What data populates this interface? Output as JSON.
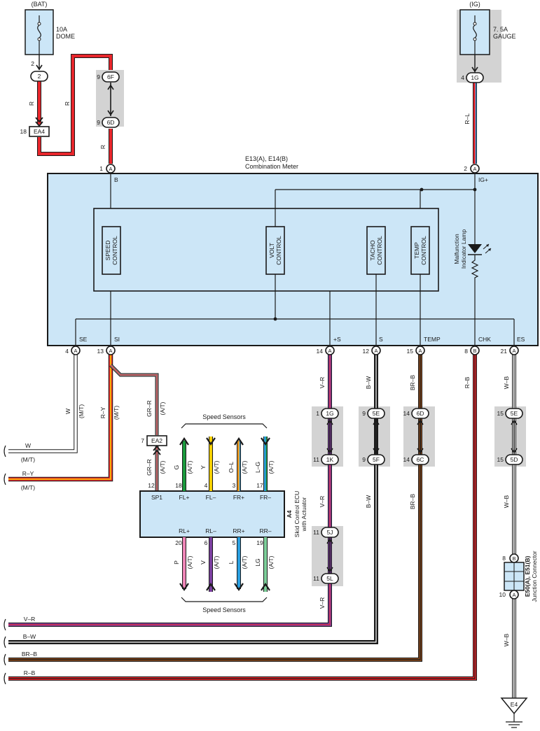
{
  "sources": {
    "bat_label": "(BAT)",
    "bat_fuse_amp": "10A",
    "bat_fuse_name": "DOME",
    "ig_label": "(IG)",
    "ig_fuse_amp": "7. 5A",
    "ig_fuse_name": "GAUGE"
  },
  "connectors": {
    "c2": "2",
    "c2_pin": "2",
    "ea4": "EA4",
    "ea4_pin": "18",
    "c6f": "6F",
    "c6f_pin": "9",
    "c6d": "6D",
    "c6d_pin": "9",
    "c1g_top": "1G",
    "c1g_top_pin": "4",
    "ea2": "EA2",
    "ea2_pin": "7",
    "c1g": "1G",
    "c1g_pin": "1",
    "c1k": "1K",
    "c1k_pin": "11",
    "c5e": "5E",
    "c5e_pin": "9",
    "c5f": "5F",
    "c5f_pin": "9",
    "c6d2": "6D",
    "c6d2_pin": "14",
    "c6c": "6C",
    "c6c_pin": "14",
    "c5e2": "5E",
    "c5e2_pin": "15",
    "c5d": "5D",
    "c5d_pin": "15",
    "c5j": "5J",
    "c5j_pin": "11",
    "c5l": "5L",
    "c5l_pin": "11",
    "jc_b": "B",
    "jc_b_pin": "8",
    "jc_a": "A",
    "jc_a_pin": "10"
  },
  "meter": {
    "title": "E13(A), E14(B)",
    "subtitle": "Combination Meter",
    "b_label": "B",
    "ig_label": "IG+",
    "speed_control": [
      "SPEED",
      "CONTROL"
    ],
    "volt_control": [
      "VOLT",
      "CONTROL"
    ],
    "tacho_control": [
      "TACHO",
      "CONTROL"
    ],
    "temp_control": [
      "TEMP",
      "CONTROL"
    ],
    "mil_lines": [
      "Malfunction",
      "Indicator Lamp"
    ],
    "pin1": "1",
    "pin1_conn": "A",
    "pin2": "2",
    "pin2_conn": "A",
    "terminals": [
      {
        "name": "SE",
        "pin": "4",
        "conn": "A"
      },
      {
        "name": "SI",
        "pin": "13",
        "conn": "A"
      },
      {
        "name": "+S",
        "pin": "14",
        "conn": "A"
      },
      {
        "name": "S",
        "pin": "12",
        "conn": "A"
      },
      {
        "name": "TEMP",
        "pin": "15",
        "conn": "A"
      },
      {
        "name": "CHK",
        "pin": "8",
        "conn": "B"
      },
      {
        "name": "ES",
        "pin": "21",
        "conn": "A"
      }
    ]
  },
  "wires": {
    "r1": "R",
    "r2": "R",
    "r3": "R",
    "rl": "R–L",
    "w": "W",
    "w_mt": "(M/T)",
    "ry": "R–Y",
    "ry_mt": "(M/T)",
    "grr": "GR–R",
    "grr_at": "(A/T)",
    "grr2": "GR–R",
    "grr2_at": "(A/T)",
    "vr1": "V–R",
    "vr2": "V–R",
    "vr3": "V–R",
    "bw1": "B–W",
    "bw2": "B–W",
    "brb1": "BR–B",
    "brb2": "BR–B",
    "rb": "R–B",
    "wb1": "W–B",
    "wb2": "W–B",
    "wb3": "W–B",
    "left_w": "W",
    "left_w_mt": "(M/T)",
    "left_ry": "R–Y",
    "left_ry_mt": "(M/T)",
    "left_vr": "V–R",
    "left_bw": "B–W",
    "left_brb": "BR–B",
    "left_rb": "R–B"
  },
  "ecu": {
    "id": "A4",
    "name_lines": [
      "Skid Control ECU",
      "with Actuator"
    ],
    "speed_sensors_top": "Speed Sensors",
    "speed_sensors_bottom": "Speed Sensors",
    "sp1": "SP1",
    "sp1_pin": "12",
    "top": [
      {
        "term": "FL+",
        "pin": "18",
        "wire": "G",
        "at": "(A/T)"
      },
      {
        "term": "FL–",
        "pin": "4",
        "wire": "Y",
        "at": "(A/T)"
      },
      {
        "term": "FR+",
        "pin": "3",
        "wire": "O–L",
        "at": "(A/T)"
      },
      {
        "term": "FR–",
        "pin": "17",
        "wire": "L–G",
        "at": "(A/T)"
      }
    ],
    "bottom": [
      {
        "term": "RL+",
        "pin": "20",
        "wire": "P",
        "at": "(A/T)"
      },
      {
        "term": "RL–",
        "pin": "6",
        "wire": "V",
        "at": "(A/T)"
      },
      {
        "term": "RR+",
        "pin": "5",
        "wire": "L",
        "at": "(A/T)"
      },
      {
        "term": "RR–",
        "pin": "19",
        "wire": "LG",
        "at": "(A/T)"
      }
    ]
  },
  "junction": {
    "title": "E50(A), E51(B)",
    "subtitle": "Junction Connector"
  },
  "ground": "E4",
  "colors": {
    "R": "#e8262c",
    "L": "#2a9fe0",
    "V": "#7b3fa0",
    "B": "#1a1a1a",
    "BR": "#8b4a1c",
    "W": "#ffffff",
    "Y": "#f5d000",
    "G": "#1a9a3c",
    "O": "#f39a1e",
    "P": "#ef86b8",
    "LG": "#7dcf9a",
    "GR": "#9a9a9a",
    "meter_fill": "#cce6f7",
    "connector_gray": "#d3d3d3"
  }
}
